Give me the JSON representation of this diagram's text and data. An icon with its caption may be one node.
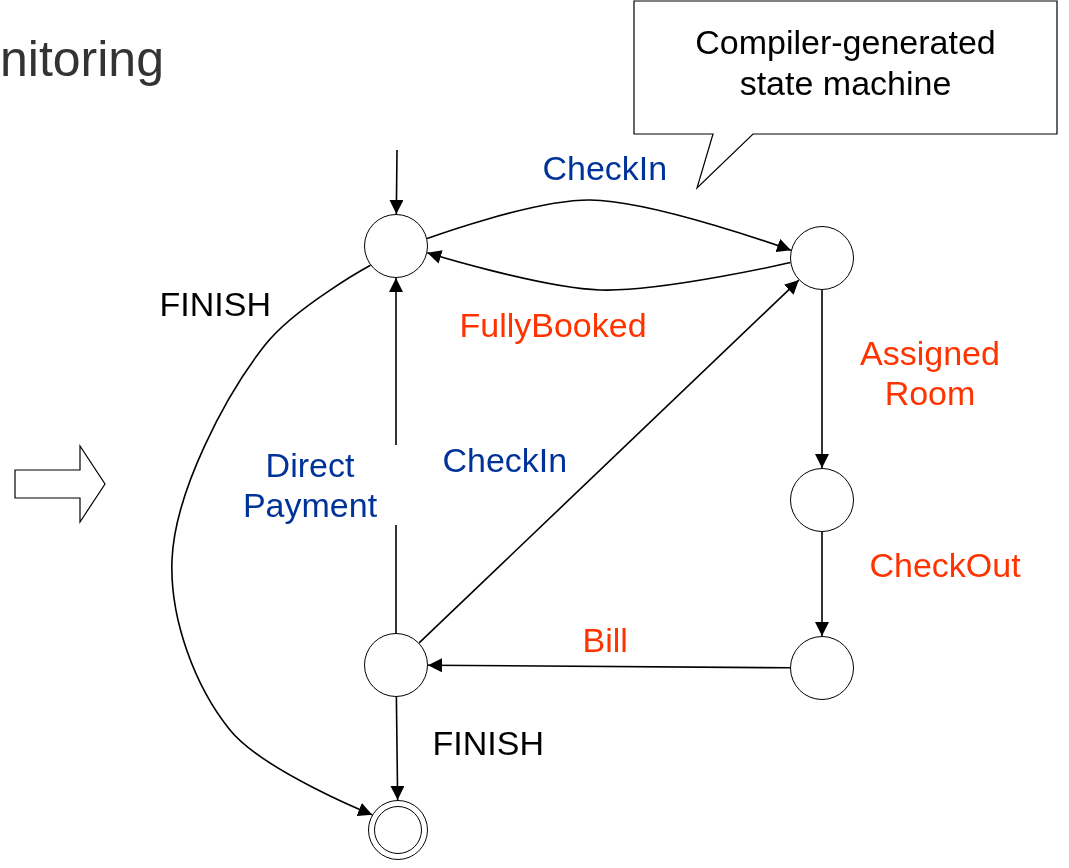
{
  "diagram": {
    "title": "nitoring",
    "nodes": [
      {
        "text": [
          "Compiler-generated state machine"
        ]
      },
      {
        "text": [],
        "shape": "circle"
      },
      {
        "text": [],
        "shape": "circle"
      },
      {
        "text": [],
        "shape": "circle"
      },
      {
        "text": [],
        "shape": "circle"
      },
      {
        "text": [],
        "shape": "circle"
      },
      {
        "text": [],
        "shape": "double-circle"
      }
    ],
    "edges": [
      {
        "from": null,
        "to": 1,
        "arrow": "to"
      },
      {
        "from": 1,
        "to": 2,
        "arrow": "to",
        "label": "CheckIn"
      },
      {
        "from": 2,
        "to": 1,
        "arrow": "to",
        "label": "FullyBooked"
      },
      {
        "from": 2,
        "to": 3,
        "arrow": "to",
        "label": "Assigned Room"
      },
      {
        "from": 3,
        "to": 4,
        "arrow": "to",
        "label": "CheckOut"
      },
      {
        "from": 4,
        "to": 5,
        "arrow": "to",
        "label": "Bill"
      },
      {
        "from": 5,
        "to": 1,
        "arrow": "to",
        "label": "Direct Payment"
      },
      {
        "from": 5,
        "to": 2,
        "arrow": "to",
        "label": "CheckIn"
      },
      {
        "from": 5,
        "to": 6,
        "arrow": "to",
        "label": "FINISH"
      },
      {
        "from": 1,
        "to": 6,
        "arrow": "to",
        "label": "FINISH"
      }
    ]
  }
}
